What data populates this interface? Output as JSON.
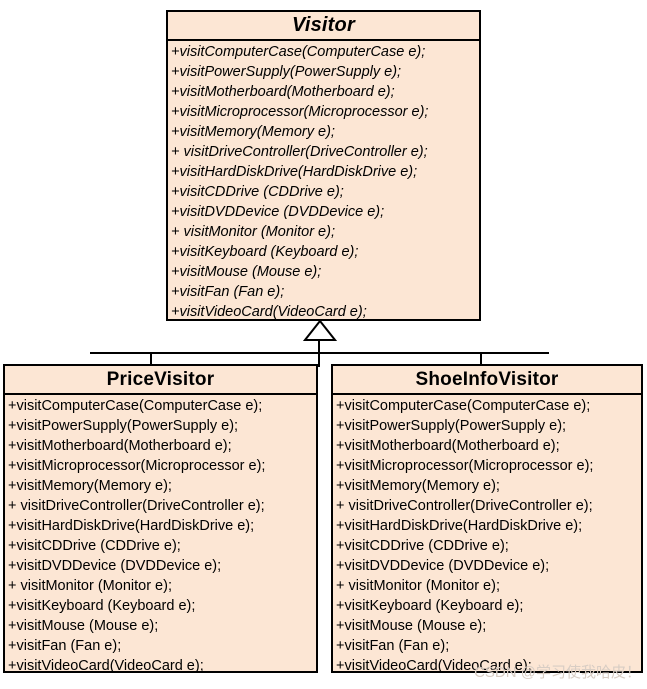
{
  "diagram": {
    "type": "uml-class-diagram",
    "relationship": "generalization",
    "watermark": "CSDN @学习使我哈皮！",
    "colors": {
      "class_fill": "#fce6d4",
      "class_border": "#000000",
      "text": "#000000",
      "canvas": "#ffffff",
      "watermark": "#d8cdc4"
    }
  },
  "classes": {
    "visitor": {
      "name": "Visitor",
      "stereotype": "abstract",
      "methods": [
        "+visitComputerCase(ComputerCase e);",
        "+visitPowerSupply(PowerSupply e);",
        "+visitMotherboard(Motherboard e);",
        "+visitMicroprocessor(Microprocessor e);",
        "+visitMemory(Memory e);",
        "+ visitDriveController(DriveController e);",
        "+visitHardDiskDrive(HardDiskDrive e);",
        "+visitCDDrive (CDDrive    e);",
        "+visitDVDDevice (DVDDevice    e);",
        "+ visitMonitor (Monitor    e);",
        "+visitKeyboard (Keyboard    e);",
        "+visitMouse (Mouse    e);",
        "+visitFan (Fan    e);",
        "+visitVideoCard(VideoCard e);"
      ]
    },
    "price_visitor": {
      "name": "PriceVisitor",
      "stereotype": "concrete",
      "methods": [
        "+visitComputerCase(ComputerCase e);",
        "+visitPowerSupply(PowerSupply e);",
        "+visitMotherboard(Motherboard e);",
        "+visitMicroprocessor(Microprocessor e);",
        "+visitMemory(Memory e);",
        "+ visitDriveController(DriveController e);",
        "+visitHardDiskDrive(HardDiskDrive e);",
        "+visitCDDrive (CDDrive    e);",
        "+visitDVDDevice (DVDDevice    e);",
        "+ visitMonitor (Monitor    e);",
        "+visitKeyboard (Keyboard    e);",
        "+visitMouse (Mouse    e);",
        "+visitFan (Fan    e);",
        "+visitVideoCard(VideoCard e);"
      ]
    },
    "shoe_info_visitor": {
      "name": "ShoeInfoVisitor",
      "stereotype": "concrete",
      "methods": [
        "+visitComputerCase(ComputerCase e);",
        "+visitPowerSupply(PowerSupply e);",
        "+visitMotherboard(Motherboard e);",
        "+visitMicroprocessor(Microprocessor e);",
        "+visitMemory(Memory e);",
        "+ visitDriveController(DriveController e);",
        "+visitHardDiskDrive(HardDiskDrive e);",
        "+visitCDDrive (CDDrive    e);",
        "+visitDVDDevice (DVDDevice    e);",
        "+ visitMonitor (Monitor    e);",
        "+visitKeyboard (Keyboard    e);",
        "+visitMouse (Mouse    e);",
        "+visitFan (Fan    e);",
        "+visitVideoCard(VideoCard e);"
      ]
    }
  }
}
